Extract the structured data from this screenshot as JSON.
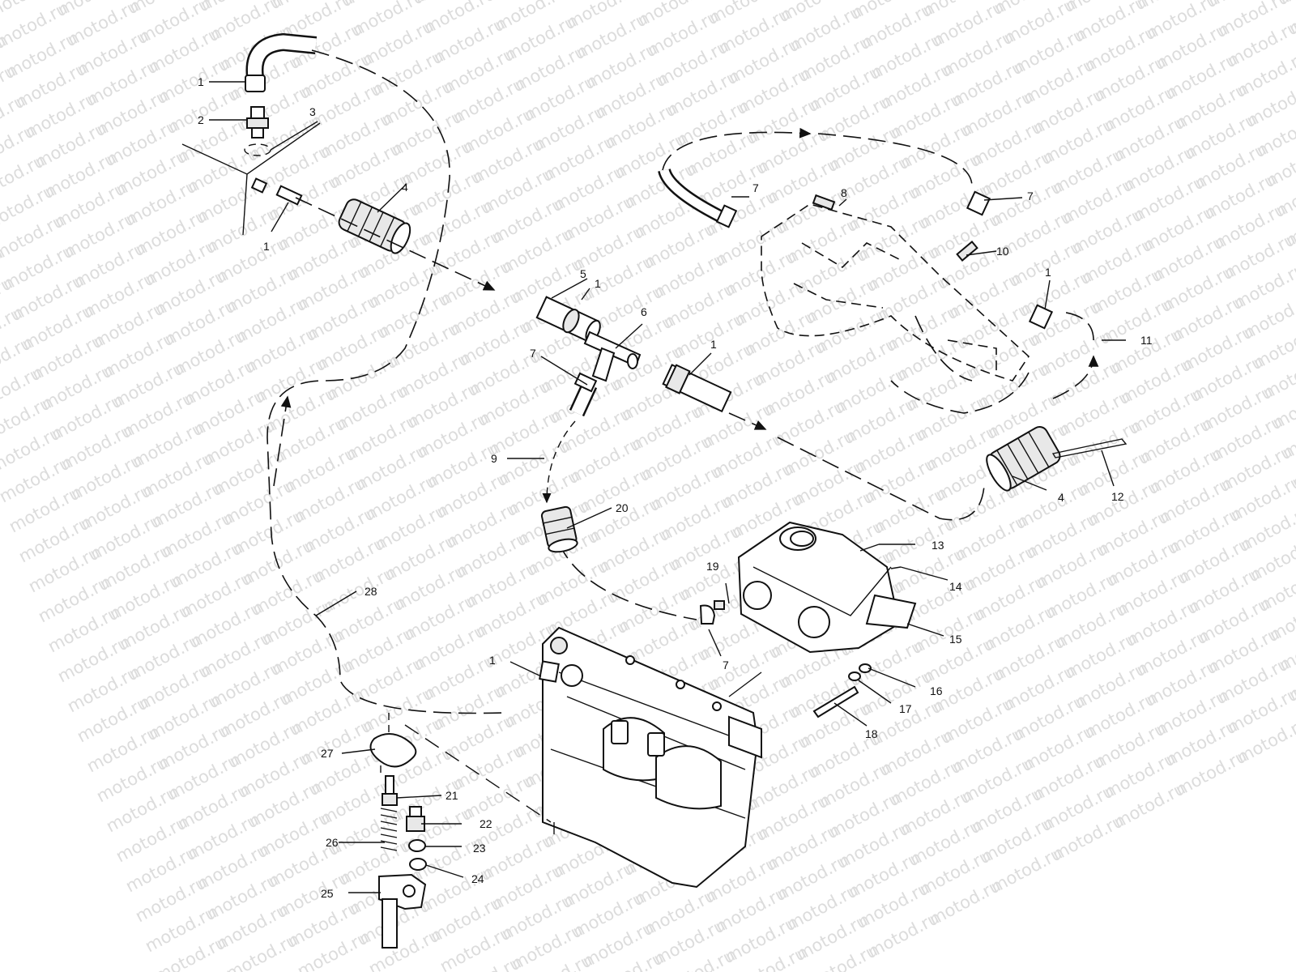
{
  "watermark": "motod.ru",
  "callouts": [
    "1",
    "2",
    "3",
    "4",
    "1",
    "5",
    "1",
    "6",
    "7",
    "1",
    "9",
    "7",
    "8",
    "7",
    "10",
    "1",
    "11",
    "4",
    "12",
    "20",
    "13",
    "19",
    "14",
    "15",
    "7",
    "16",
    "17",
    "18",
    "1",
    "28",
    "27",
    "21",
    "22",
    "26",
    "23",
    "24",
    "25"
  ]
}
